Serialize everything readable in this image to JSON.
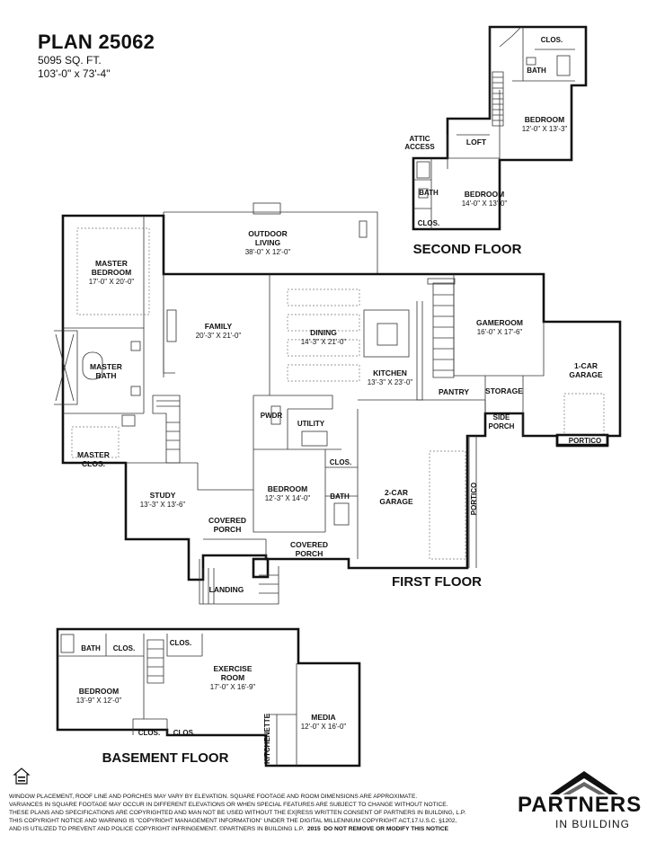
{
  "header": {
    "title": "PLAN 25062",
    "sqft": "5095 SQ. FT.",
    "dimensions": "103'-0\" x 73'-4\""
  },
  "floors": {
    "second": "SECOND FLOOR",
    "first": "FIRST FLOOR",
    "basement": "BASEMENT FLOOR"
  },
  "rooms": {
    "clos_upper": "CLOS.",
    "bath_upper": "BATH",
    "bedroom_upper_name": "BEDROOM",
    "bedroom_upper_dim": "12'-0\" X 13'-3\"",
    "attic_1": "ATTIC",
    "attic_2": "ACCESS",
    "loft": "LOFT",
    "bath_2nd": "BATH",
    "bedroom_2nd_name": "BEDROOM",
    "bedroom_2nd_dim": "14'-0\" X 13'-0\"",
    "clos_2nd": "CLOS.",
    "outdoor_1": "OUTDOOR",
    "outdoor_2": "LIVING",
    "outdoor_dim": "38'-0\" X 12'-0\"",
    "master_bed_1": "MASTER",
    "master_bed_2": "BEDROOM",
    "master_bed_dim": "17'-0\" X 20'-0\"",
    "master_bath_1": "MASTER",
    "master_bath_2": "BATH",
    "master_clos_1": "MASTER",
    "master_clos_2": "CLOS.",
    "family_name": "FAMILY",
    "family_dim": "20'-3\" X 21'-0\"",
    "dining_name": "DINING",
    "dining_dim": "14'-3\" X 21'-0\"",
    "kitchen_name": "KITCHEN",
    "kitchen_dim": "13'-3\" X 23'-0\"",
    "gameroom_name": "GAMEROOM",
    "gameroom_dim": "16'-0\" X 17'-6\"",
    "garage1_1": "1-CAR",
    "garage1_2": "GARAGE",
    "storage": "STORAGE",
    "pantry": "PANTRY",
    "side_1": "SIDE",
    "side_2": "PORCH",
    "portico_1": "PORTICO",
    "pwdr": "PWDR",
    "utility": "UTILITY",
    "clos_1st": "CLOS.",
    "bath_1st": "BATH",
    "bedroom_1st_name": "BEDROOM",
    "bedroom_1st_dim": "12'-3\" X 14'-0\"",
    "study_name": "STUDY",
    "study_dim": "13'-3\" X 13'-6\"",
    "covered_porch_a_1": "COVERED",
    "covered_porch_a_2": "PORCH",
    "covered_porch_b_1": "COVERED",
    "covered_porch_b_2": "PORCH",
    "garage2_1": "2-CAR",
    "garage2_2": "GARAGE",
    "portico_2": "PORTICO",
    "landing": "LANDING",
    "bath_bsmt": "BATH",
    "clos_bsmt_a": "CLOS.",
    "clos_bsmt_b": "CLOS.",
    "bedroom_bsmt_name": "BEDROOM",
    "bedroom_bsmt_dim": "13'-9\" X 12'-0\"",
    "exercise_1": "EXERCISE",
    "exercise_2": "ROOM",
    "exercise_dim": "17'-0\" X 16'-9\"",
    "media_name": "MEDIA",
    "media_dim": "12'-0\" X 16'-0\"",
    "clos_bsmt_c": "CLOS.",
    "clos_bsmt_d": "CLOS.",
    "kitchenette": "KITCHENETTE"
  },
  "disclaimer": {
    "line1": "WINDOW PLACEMENT, ROOF LINE AND PORCHES MAY VARY BY ELEVATION.  SQUARE FOOTAGE AND ROOM DIMENSIONS ARE APPROXIMATE.",
    "line2": "VARIANCES IN SQUARE FOOTAGE MAY OCCUR IN DIFFERENT ELEVATIONS OR  WHEN SPECIAL FEATURES ARE SUBJECT TO CHANGE WITHOUT NOTICE.",
    "line3": "THESE PLANS AND SPECIFICATIONS ARE COPYRIGHTED AND MAN NOT BE USED WITHOUT THE EX[RESS WRITTEN CONSENT OF PARTNERS IN BUILDING, L.P.",
    "line4": "THIS COPYRIGHT NOTICE AND WARNING IS \"COPYRIGHT MANAGEMENT INFORMATION\" UNDER THE DIGITAL MILLENNIUM COPYRIGHT ACT,17.U.S.C.     §1202,",
    "line5": "AND IS UTILIZED TO PREVENT AND POLICE COPYRIGHT INFRINGEMENT.  ©PARTNERS IN BUILDING L.P.",
    "year": "2015",
    "notice": "DO NOT REMOVE OR MODIFY THIS NOTICE"
  },
  "brand": {
    "name": "PARTNERS",
    "sub": "IN BUILDING"
  },
  "icons": [
    "equal-housing-icon",
    "partners-logo-icon"
  ]
}
